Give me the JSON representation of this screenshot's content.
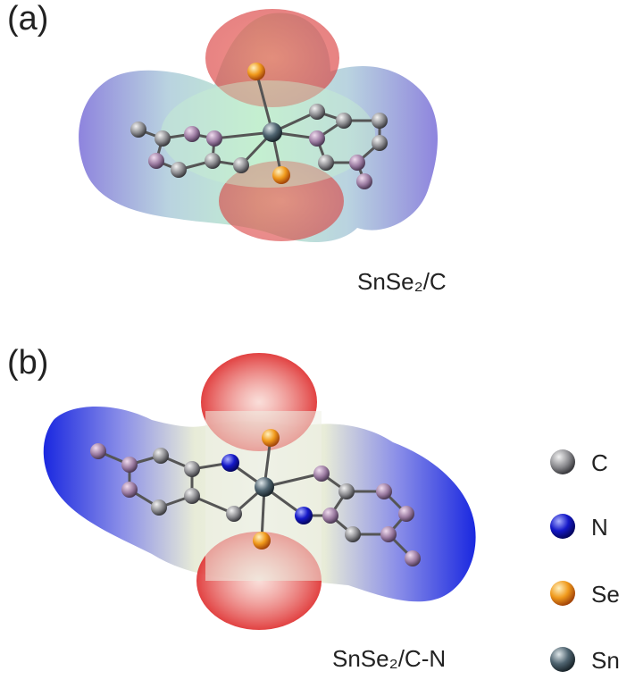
{
  "panels": {
    "a": {
      "label": "(a)",
      "caption": "SnSe₂/C"
    },
    "b": {
      "label": "(b)",
      "caption": "SnSe₂/C-N"
    }
  },
  "legend": [
    {
      "symbol": "C",
      "color": "#8a8a8e"
    },
    {
      "symbol": "N",
      "color": "#1418c8"
    },
    {
      "symbol": "Se",
      "color": "#f09a1c"
    },
    {
      "symbol": "Sn",
      "color": "#4f6470"
    }
  ]
}
